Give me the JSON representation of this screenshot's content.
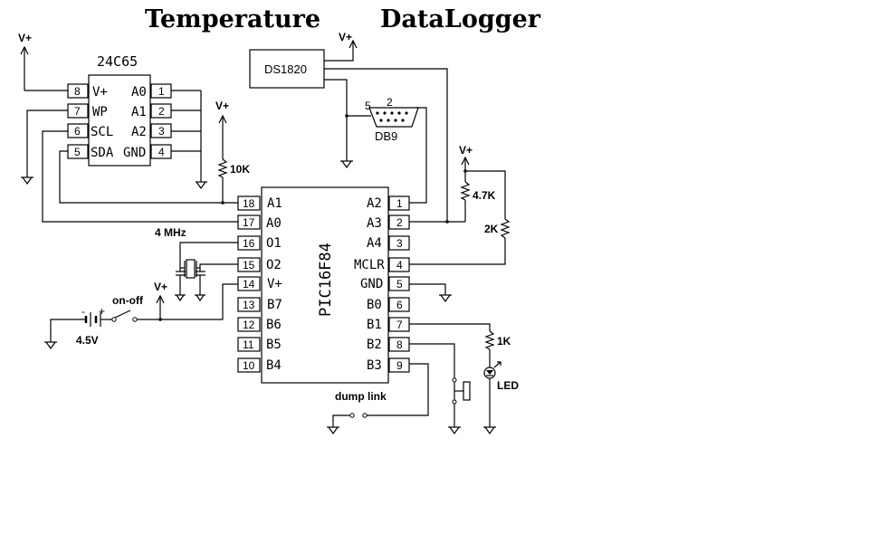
{
  "title": {
    "left": "Temperature",
    "right": "DataLogger"
  },
  "vplus": "V+",
  "eeprom": {
    "name": "24C65",
    "left_pins": [
      {
        "num": "8",
        "label": "V+"
      },
      {
        "num": "7",
        "label": "WP"
      },
      {
        "num": "6",
        "label": "SCL"
      },
      {
        "num": "5",
        "label": "SDA"
      }
    ],
    "right_pins": [
      {
        "num": "1",
        "label": "A0"
      },
      {
        "num": "2",
        "label": "A1"
      },
      {
        "num": "3",
        "label": "A2"
      },
      {
        "num": "4",
        "label": "GND"
      }
    ]
  },
  "sensor": {
    "name": "DS1820"
  },
  "connector": {
    "name": "DB9",
    "pin_left": "5",
    "pin_right": "2"
  },
  "mcu": {
    "name": "PIC16F84",
    "left_pins": [
      {
        "num": "18",
        "label": "A1"
      },
      {
        "num": "17",
        "label": "A0"
      },
      {
        "num": "16",
        "label": "O1"
      },
      {
        "num": "15",
        "label": "O2"
      },
      {
        "num": "14",
        "label": "V+"
      },
      {
        "num": "13",
        "label": "B7"
      },
      {
        "num": "12",
        "label": "B6"
      },
      {
        "num": "11",
        "label": "B5"
      },
      {
        "num": "10",
        "label": "B4"
      }
    ],
    "right_pins": [
      {
        "num": "1",
        "label": "A2"
      },
      {
        "num": "2",
        "label": "A3"
      },
      {
        "num": "3",
        "label": "A4"
      },
      {
        "num": "4",
        "label": "MCLR"
      },
      {
        "num": "5",
        "label": "GND"
      },
      {
        "num": "6",
        "label": "B0"
      },
      {
        "num": "7",
        "label": "B1"
      },
      {
        "num": "8",
        "label": "B2"
      },
      {
        "num": "9",
        "label": "B3"
      }
    ]
  },
  "components": {
    "r_10k": "10K",
    "r_4k7": "4.7K",
    "r_2k": "2K",
    "r_1k": "1K",
    "crystal": "4 MHz",
    "battery": "4.5V",
    "switch": "on-off",
    "led": "LED",
    "dump_link": "dump link",
    "battery_minus": "-",
    "battery_plus": "+"
  }
}
